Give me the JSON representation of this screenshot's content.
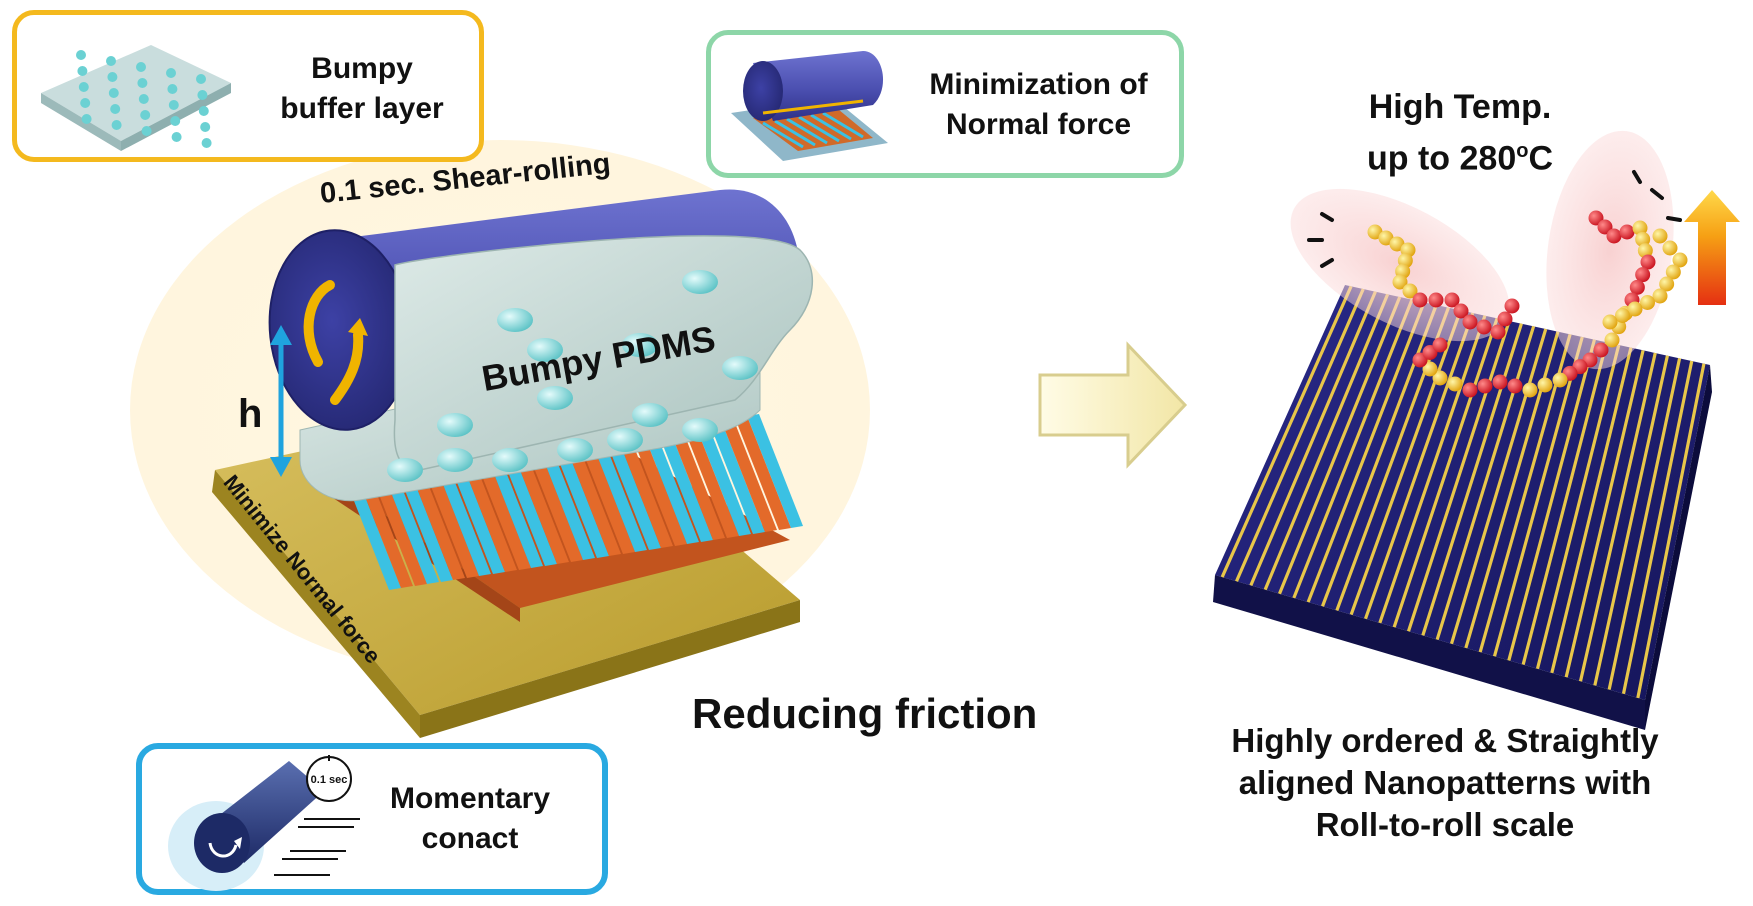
{
  "callouts": {
    "buffer_layer": {
      "line1": "Bumpy",
      "line2": "buffer layer",
      "border_color": "#F4B91E"
    },
    "normal_force": {
      "line1": "Minimization of",
      "line2": "Normal force",
      "border_color": "#8DD6A8"
    },
    "contact": {
      "line1": "Momentary",
      "line2": "conact",
      "timer_label": "0.1 sec",
      "border_color": "#29A9E1"
    }
  },
  "left_panel": {
    "shear_rolling": "0.1 sec. Shear-rolling",
    "bumpy_pdms": "Bumpy PDMS",
    "height_label": "h",
    "minimize_normal_force": "Minimize Normal force",
    "reducing_friction": "Reducing friction"
  },
  "right_panel": {
    "temp_line1": "High Temp.",
    "temp_line2_prefix": "up to 280",
    "temp_superscript": "o",
    "temp_unit": "C",
    "caption_line1": "Highly ordered & Straightly",
    "caption_line2": "aligned Nanopatterns with",
    "caption_line3": "Roll-to-roll scale"
  },
  "colors": {
    "roller": "#4B4FB0",
    "pdms_film": "#C7D9D6",
    "bump": "#7FD3D3",
    "base_gold": "#C9AD3A",
    "stripe_cyan": "#3BC1E3",
    "stripe_orange": "#E36A2A",
    "substrate_navy": "#1C1C6E",
    "line_gold": "#E8C64A",
    "arrow_blue": "#1FA3DE"
  }
}
